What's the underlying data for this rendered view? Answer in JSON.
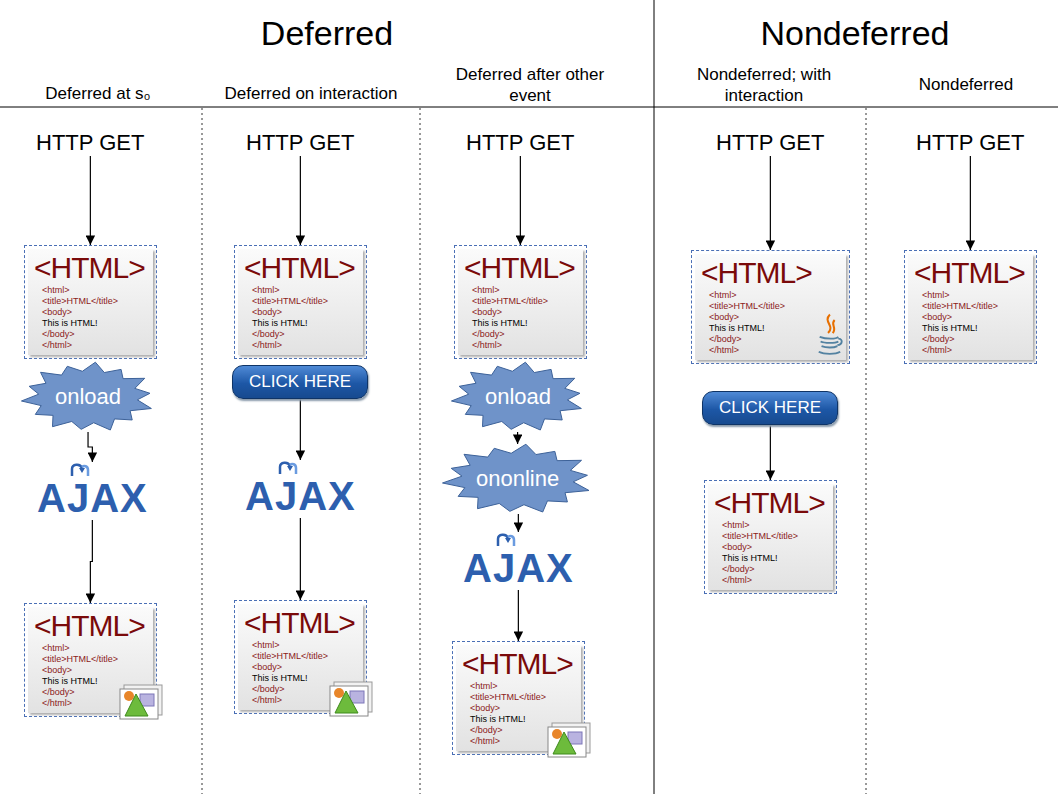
{
  "diagram": {
    "nodes": [
      {
        "text": [
          "HTTP GET"
        ]
      },
      {
        "text": [
          "<HTML>",
          "<html>",
          "<title>HTML</title>",
          "<body>",
          "This is HTML!",
          "</body>",
          "</html>"
        ]
      },
      {
        "text": [
          "onload"
        ]
      },
      {
        "text": [
          "AJAX"
        ]
      },
      {
        "text": [
          "<HTML>",
          "<html>",
          "<title>HTML</title>",
          "<body>",
          "This is HTML!",
          "</body>",
          "</html>"
        ]
      },
      {
        "text": [
          "HTTP GET"
        ]
      },
      {
        "text": [
          "<HTML>",
          "<html>",
          "<title>HTML</title>",
          "<body>",
          "This is HTML!",
          "</body>",
          "</html>"
        ]
      },
      {
        "text": [
          "CLICK HERE"
        ]
      },
      {
        "text": [
          "AJAX"
        ]
      },
      {
        "text": [
          "<HTML>",
          "<html>",
          "<title>HTML</title>",
          "<body>",
          "This is HTML!",
          "</body>",
          "</html>"
        ]
      },
      {
        "text": [
          "HTTP GET"
        ]
      },
      {
        "text": [
          "<HTML>",
          "<html>",
          "<title>HTML</title>",
          "<body>",
          "This is HTML!",
          "</body>",
          "</html>"
        ]
      },
      {
        "text": [
          "onload"
        ]
      },
      {
        "text": [
          "ononline"
        ]
      },
      {
        "text": [
          "AJAX"
        ]
      },
      {
        "text": [
          "<HTML>",
          "<html>",
          "<title>HTML</title>",
          "<body>",
          "This is HTML!",
          "</body>",
          "</html>"
        ]
      },
      {
        "text": [
          "HTTP GET"
        ]
      },
      {
        "text": [
          "<HTML>",
          "<html>",
          "<title>HTML</title>",
          "<body>",
          "This is HTML!",
          "</body>",
          "</html>"
        ]
      },
      {
        "text": [
          "CLICK HERE"
        ]
      },
      {
        "text": [
          "<HTML>",
          "<html>",
          "<title>HTML</title>",
          "<body>",
          "This is HTML!",
          "</body>",
          "</html>"
        ]
      },
      {
        "text": [
          "HTTP GET"
        ]
      },
      {
        "text": [
          "<HTML>",
          "<html>",
          "<title>HTML</title>",
          "<body>",
          "This is HTML!",
          "</body>",
          "</html>"
        ]
      }
    ],
    "edges": [
      {
        "from": 0,
        "to": 1,
        "arrow": "to"
      },
      {
        "from": 2,
        "to": 3,
        "arrow": "to"
      },
      {
        "from": 3,
        "to": 4,
        "arrow": "to"
      },
      {
        "from": 5,
        "to": 6,
        "arrow": "to"
      },
      {
        "from": 7,
        "to": 8,
        "arrow": "to"
      },
      {
        "from": 8,
        "to": 9,
        "arrow": "to"
      },
      {
        "from": 10,
        "to": 11,
        "arrow": "to"
      },
      {
        "from": 12,
        "to": 13,
        "arrow": "to"
      },
      {
        "from": 13,
        "to": 14,
        "arrow": "to"
      },
      {
        "from": 14,
        "to": 15,
        "arrow": "to"
      },
      {
        "from": 16,
        "to": 17,
        "arrow": "to"
      },
      {
        "from": 18,
        "to": 19,
        "arrow": "to"
      },
      {
        "from": 20,
        "to": 21,
        "arrow": "to"
      }
    ],
    "labels": [
      "Deferred",
      "Nondeferred",
      "Deferred at s₀",
      "Deferred on interaction",
      "Deferred after other event",
      "Nondeferred; with interaction",
      "Nondeferred"
    ]
  }
}
